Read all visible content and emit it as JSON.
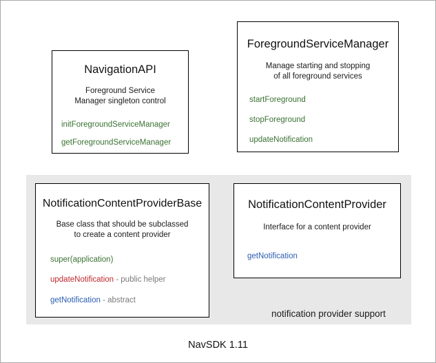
{
  "diagram": {
    "footer_label": "NavSDK 1.11",
    "group": {
      "caption": "notification provider support"
    },
    "colors": {
      "green": "#3a7233",
      "red": "#c1272d",
      "blue": "#2a5db0",
      "note_gray": "#7a7a7a",
      "panel_gray": "#e8e8e8",
      "border": "#000000"
    },
    "boxes": [
      {
        "title": "NavigationAPI",
        "description_lines": [
          "Foreground Service",
          "Manager singleton control"
        ],
        "members": [
          {
            "name": "initForegroundServiceManager",
            "note": ""
          },
          {
            "name": "getForegroundServiceManager",
            "note": ""
          }
        ]
      },
      {
        "title": "ForegroundServiceManager",
        "description_lines": [
          "Manage starting and stopping",
          "of all foreground services"
        ],
        "members": [
          {
            "name": "startForeground",
            "note": ""
          },
          {
            "name": "stopForeground",
            "note": ""
          },
          {
            "name": "updateNotification",
            "note": ""
          }
        ]
      },
      {
        "title": "NotificationContentProviderBase",
        "description_lines": [
          "Base class that should be subclassed",
          "to create a content provider"
        ],
        "members": [
          {
            "name": "super(application)",
            "note": ""
          },
          {
            "name": "updateNotification",
            "note": " - public helper"
          },
          {
            "name": "getNotification",
            "note": " - abstract"
          }
        ]
      },
      {
        "title": "NotificationContentProvider",
        "description_lines": [
          "Interface for a content provider"
        ],
        "members": [
          {
            "name": "getNotification",
            "note": ""
          }
        ]
      }
    ]
  }
}
